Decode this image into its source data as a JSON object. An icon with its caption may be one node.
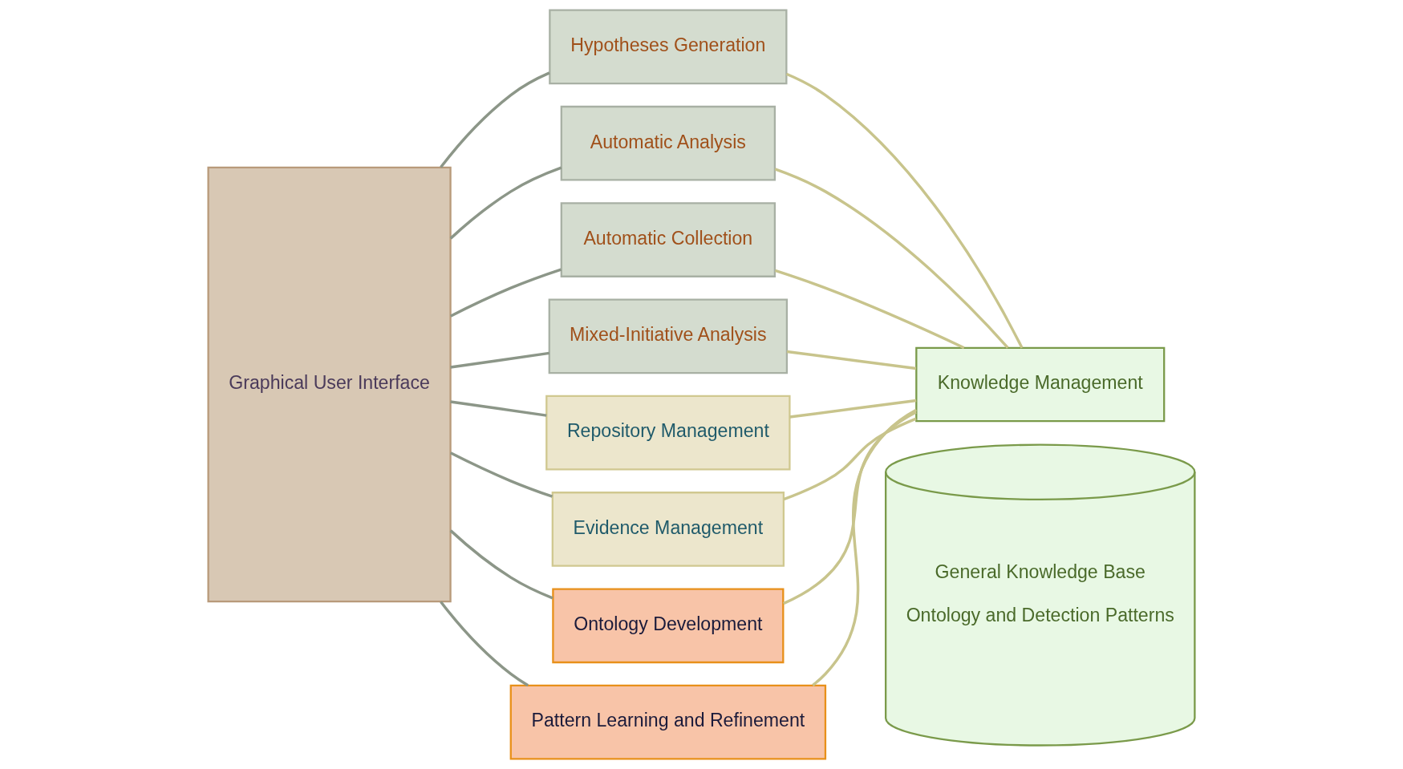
{
  "diagram": {
    "nodes": [
      {
        "text": [
          "Graphical User Interface"
        ]
      },
      {
        "text": [
          "Hypotheses Generation"
        ]
      },
      {
        "text": [
          "Automatic Analysis"
        ]
      },
      {
        "text": [
          "Automatic Collection"
        ]
      },
      {
        "text": [
          "Mixed-Initiative Analysis"
        ]
      },
      {
        "text": [
          "Repository Management"
        ]
      },
      {
        "text": [
          "Evidence Management"
        ]
      },
      {
        "text": [
          "Ontology Development"
        ]
      },
      {
        "text": [
          "Pattern Learning and Refinement"
        ]
      },
      {
        "text": [
          "Knowledge Management"
        ]
      },
      {
        "text": [
          "General Knowledge Base",
          "Ontology and Detection Patterns"
        ]
      }
    ],
    "edges": [
      {
        "from": 0,
        "to": 1,
        "arrow": "none",
        "color": "#8c9688"
      },
      {
        "from": 0,
        "to": 2,
        "arrow": "none",
        "color": "#8c9688"
      },
      {
        "from": 0,
        "to": 3,
        "arrow": "none",
        "color": "#8c9688"
      },
      {
        "from": 0,
        "to": 4,
        "arrow": "none",
        "color": "#8c9688"
      },
      {
        "from": 0,
        "to": 5,
        "arrow": "none",
        "color": "#8c9688"
      },
      {
        "from": 0,
        "to": 6,
        "arrow": "none",
        "color": "#8c9688"
      },
      {
        "from": 0,
        "to": 7,
        "arrow": "none",
        "color": "#8c9688"
      },
      {
        "from": 0,
        "to": 8,
        "arrow": "none",
        "color": "#8c9688"
      },
      {
        "from": 1,
        "to": 9,
        "arrow": "none",
        "color": "#c8c48c"
      },
      {
        "from": 2,
        "to": 9,
        "arrow": "none",
        "color": "#c8c48c"
      },
      {
        "from": 3,
        "to": 9,
        "arrow": "none",
        "color": "#c8c48c"
      },
      {
        "from": 4,
        "to": 9,
        "arrow": "none",
        "color": "#c8c48c"
      },
      {
        "from": 5,
        "to": 9,
        "arrow": "none",
        "color": "#c8c48c"
      },
      {
        "from": 6,
        "to": 9,
        "arrow": "none",
        "color": "#c8c48c"
      },
      {
        "from": 7,
        "to": 9,
        "arrow": "none",
        "color": "#c8c48c"
      },
      {
        "from": 8,
        "to": 9,
        "arrow": "none",
        "color": "#c8c48c"
      }
    ]
  }
}
